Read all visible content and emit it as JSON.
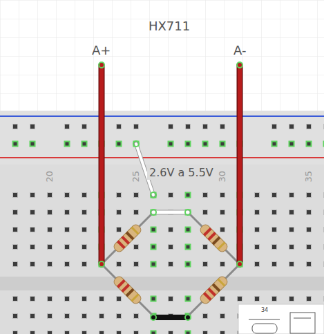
{
  "diagram": {
    "labels": [
      "HX711",
      "A+",
      "A-",
      "2.6V a 5.5V",
      "20",
      "25",
      "30",
      "35",
      "34"
    ]
  }
}
